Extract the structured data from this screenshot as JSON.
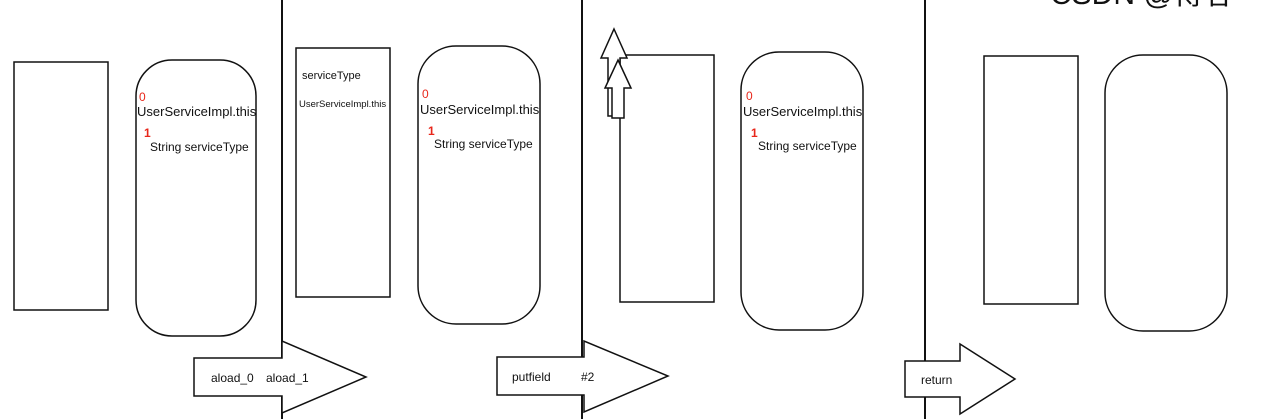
{
  "colors": {
    "stroke": "#111111",
    "index_red": "#e8271b",
    "watermark": "#eeeeee"
  },
  "watermark_text": "CSDN @博客",
  "stage1": {
    "local_vars": [
      {
        "index": "0",
        "name": "UserServiceImpl.this"
      },
      {
        "index": "1",
        "name": "String serviceType"
      }
    ]
  },
  "stage2": {
    "operand_stack": [
      "serviceType",
      "UserServiceImpl.this"
    ],
    "local_vars": [
      {
        "index": "0",
        "name": "UserServiceImpl.this"
      },
      {
        "index": "1",
        "name": "String serviceType"
      }
    ]
  },
  "stage3": {
    "local_vars": [
      {
        "index": "0",
        "name": "UserServiceImpl.this"
      },
      {
        "index": "1",
        "name": "String serviceType"
      }
    ]
  },
  "instructions": {
    "step1": {
      "op1": "aload_0",
      "op2": "aload_1"
    },
    "step2": {
      "op": "putfield",
      "arg": "#2"
    },
    "step3": {
      "op": "return"
    }
  }
}
